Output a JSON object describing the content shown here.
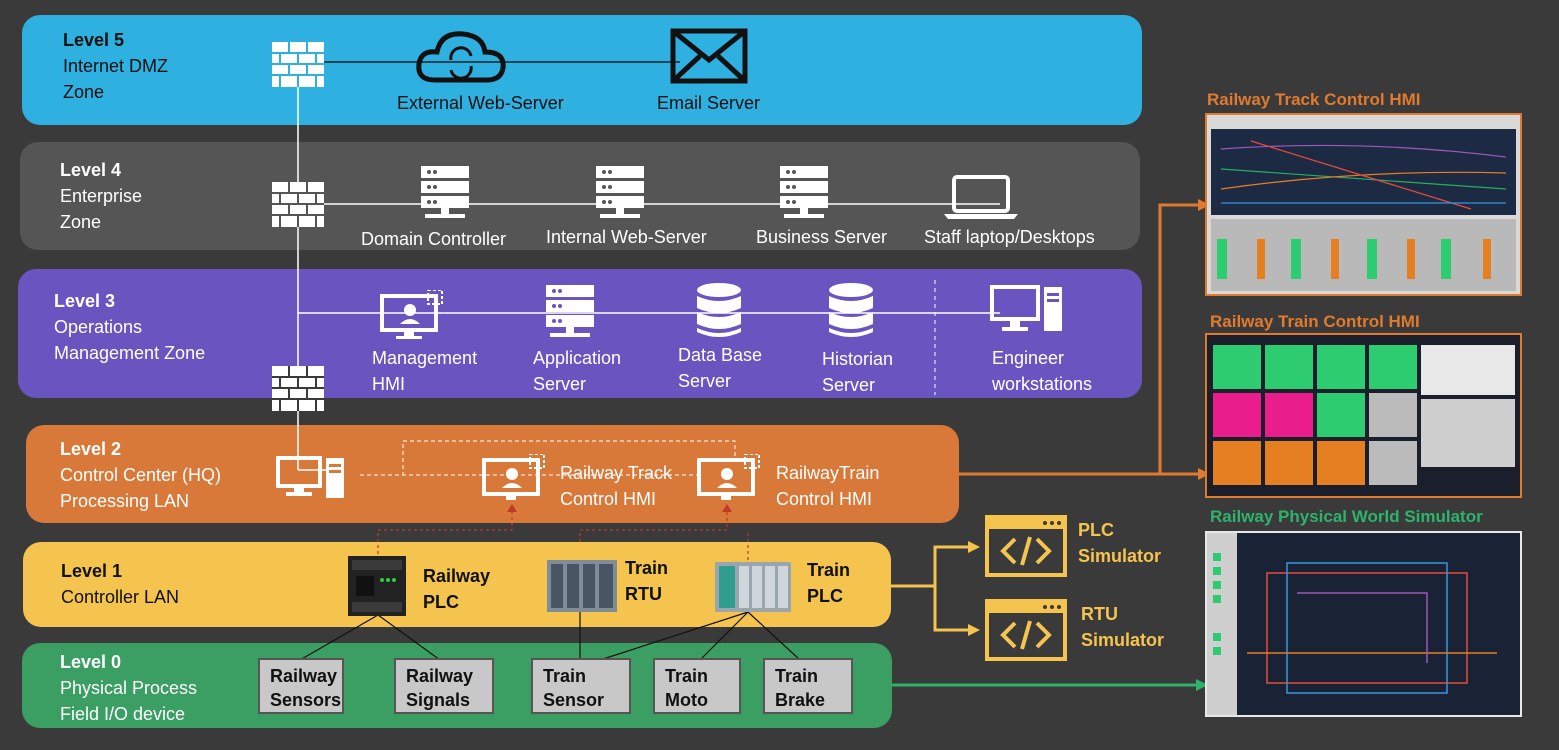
{
  "levels": {
    "l5": {
      "title": "Level 5",
      "line1": "Internet DMZ",
      "line2": "Zone"
    },
    "l4": {
      "title": "Level 4",
      "line1": "Enterprise",
      "line2": "Zone"
    },
    "l3": {
      "title": "Level 3",
      "line1": "Operations",
      "line2": "Management Zone"
    },
    "l2": {
      "title": "Level 2",
      "line1": "Control Center (HQ)",
      "line2": "Processing LAN"
    },
    "l1": {
      "title": "Level 1",
      "line1": "Controller LAN"
    },
    "l0": {
      "title": "Level 0",
      "line1": "Physical Process",
      "line2": "Field I/O device"
    }
  },
  "level5": {
    "web": "External Web-Server",
    "email": "Email Server"
  },
  "level4": {
    "dc": "Domain Controller",
    "iws": "Internal Web-Server",
    "bs": "Business Server",
    "staff": "Staff laptop/Desktops"
  },
  "level3": {
    "mhmi1": "Management",
    "mhmi2": "HMI",
    "app1": "Application",
    "app2": "Server",
    "db1": "Data Base",
    "db2": "Server",
    "hist1": "Historian",
    "hist2": "Server",
    "eng1": "Engineer",
    "eng2": "workstations"
  },
  "level2": {
    "track1": "Railway Track",
    "track2": "Control HMI",
    "train1": "RailwayTrain",
    "train2": "Control HMI"
  },
  "level1": {
    "rplc1": "Railway",
    "rplc2": "PLC",
    "rtu1": "Train",
    "rtu2": "RTU",
    "tplc1": "Train",
    "tplc2": "PLC"
  },
  "level0": {
    "b1a": "Railway",
    "b1b": "Sensors",
    "b2a": "Railway",
    "b2b": "Signals",
    "b3a": "Train",
    "b3b": "Sensor",
    "b4a": "Train",
    "b4b": "Moto",
    "b5a": "Train",
    "b5b": "Brake"
  },
  "simulators": {
    "plc1": "PLC",
    "plc2": "Simulator",
    "rtu1": "RTU",
    "rtu2": "Simulator"
  },
  "screens": {
    "track": "Railway Track Control HMI",
    "train": "Railway Train Control HMI",
    "world": "Railway Physical World Simulator"
  },
  "colors": {
    "l5": "#2eb0e0",
    "l4": "#555555",
    "l3": "#6a55c0",
    "l2": "#d8793a",
    "l1": "#f4c44e",
    "l0": "#3b9e63",
    "orange": "#e07a2f",
    "green": "#2eb36b"
  }
}
